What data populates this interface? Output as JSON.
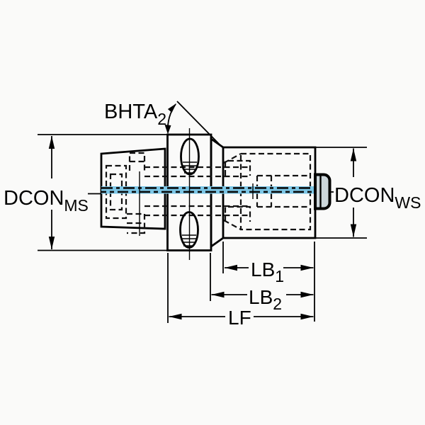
{
  "drawing": {
    "labels": {
      "angle": {
        "main": "BHTA",
        "sub": "2"
      },
      "dcon_ms": {
        "main": "DCON",
        "sub": "MS"
      },
      "dcon_ws": {
        "main": "DCON",
        "sub": "WS"
      },
      "lb1": {
        "main": "LB",
        "sub": "1"
      },
      "lb2": {
        "main": "LB",
        "sub": "2"
      },
      "lf": {
        "main": "LF"
      }
    },
    "colors": {
      "body_fill": "#ccd6db",
      "coolant_channel": "#7cc6e6",
      "line": "#000000",
      "background": "#fafaf9"
    }
  }
}
